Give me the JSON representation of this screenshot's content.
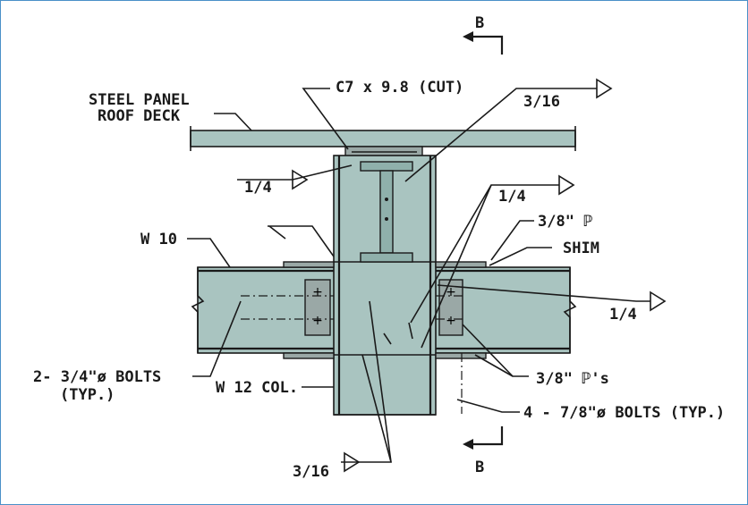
{
  "labels": {
    "roof_deck_line1": "STEEL PANEL",
    "roof_deck_line2": "ROOF DECK",
    "channel": "C7 x 9.8 (CUT)",
    "weld_top_right": "3/16",
    "weld_left_top": "1/4",
    "weld_right_top": "1/4",
    "plate_right": "3/8\" ℙ",
    "shim": "SHIM",
    "beam": "W 10",
    "weld_right_mid": "1/4",
    "bolts_left_line1": "2- 3/4\"ø BOLTS",
    "bolts_left_line2": "(TYP.)",
    "column": "W 12 COL.",
    "plates_right": "3/8\" ℙ's",
    "bolts_right": "4 - 7/8\"ø BOLTS (TYP.)",
    "weld_bottom": "3/16",
    "section_top": "B",
    "section_bottom": "B"
  },
  "colors": {
    "steel": "#a9c4c0",
    "frame_border": "#4a90c8"
  }
}
